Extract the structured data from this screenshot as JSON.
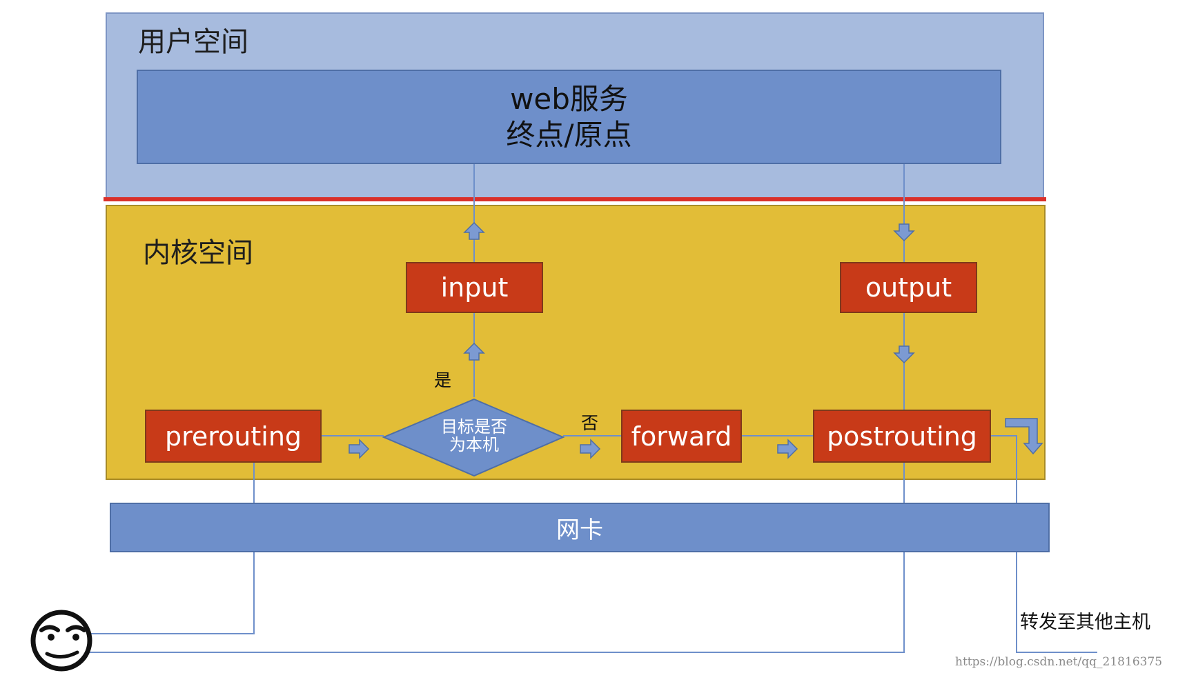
{
  "user_space": {
    "title": "用户空间"
  },
  "web_service": {
    "line1": "web服务",
    "line2": "终点/原点"
  },
  "kernel_space": {
    "title": "内核空间"
  },
  "hooks": {
    "input": "input",
    "output": "output",
    "prerouting": "prerouting",
    "forward": "forward",
    "postrouting": "postrouting"
  },
  "decision": {
    "line1": "目标是否",
    "line2": "为本机",
    "yes": "是",
    "no": "否"
  },
  "nic": {
    "label": "网卡"
  },
  "forward_to_other_host": "转发至其他主机",
  "watermark": "https://blog.csdn.net/qq_21816375",
  "colors": {
    "user_space_bg": "#a7bbde",
    "kernel_space_bg": "#e2bd37",
    "hook_box": "#c83a18",
    "blue_box": "#6e8fca",
    "divider": "#d9302a",
    "arrow": "#6e8fca"
  }
}
